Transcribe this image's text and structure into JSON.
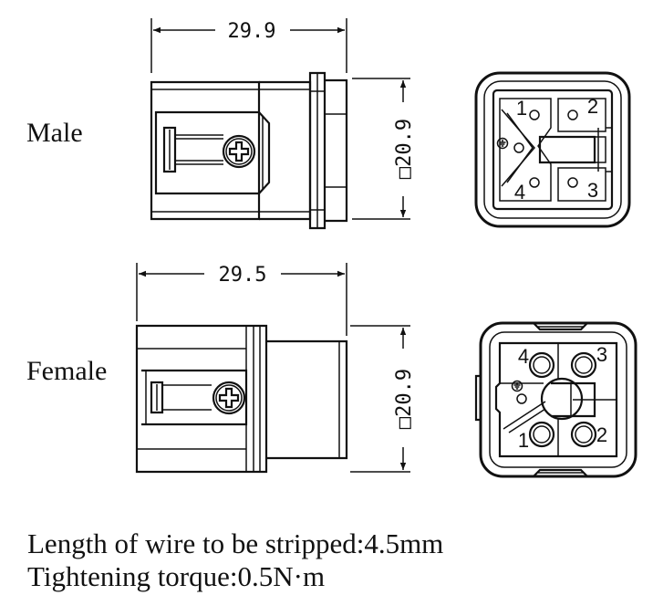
{
  "male": {
    "label": "Male",
    "length_dim": "29.9",
    "width_dim": "□20.9",
    "pins": [
      "1",
      "2",
      "3",
      "4"
    ]
  },
  "female": {
    "label": "Female",
    "length_dim": "29.5",
    "width_dim": "□20.9",
    "pins": [
      "1",
      "2",
      "3",
      "4"
    ]
  },
  "notes": {
    "strip_length": "Length of wire to be stripped:4.5mm",
    "torque": "Tightening torque:0.5N·m"
  }
}
